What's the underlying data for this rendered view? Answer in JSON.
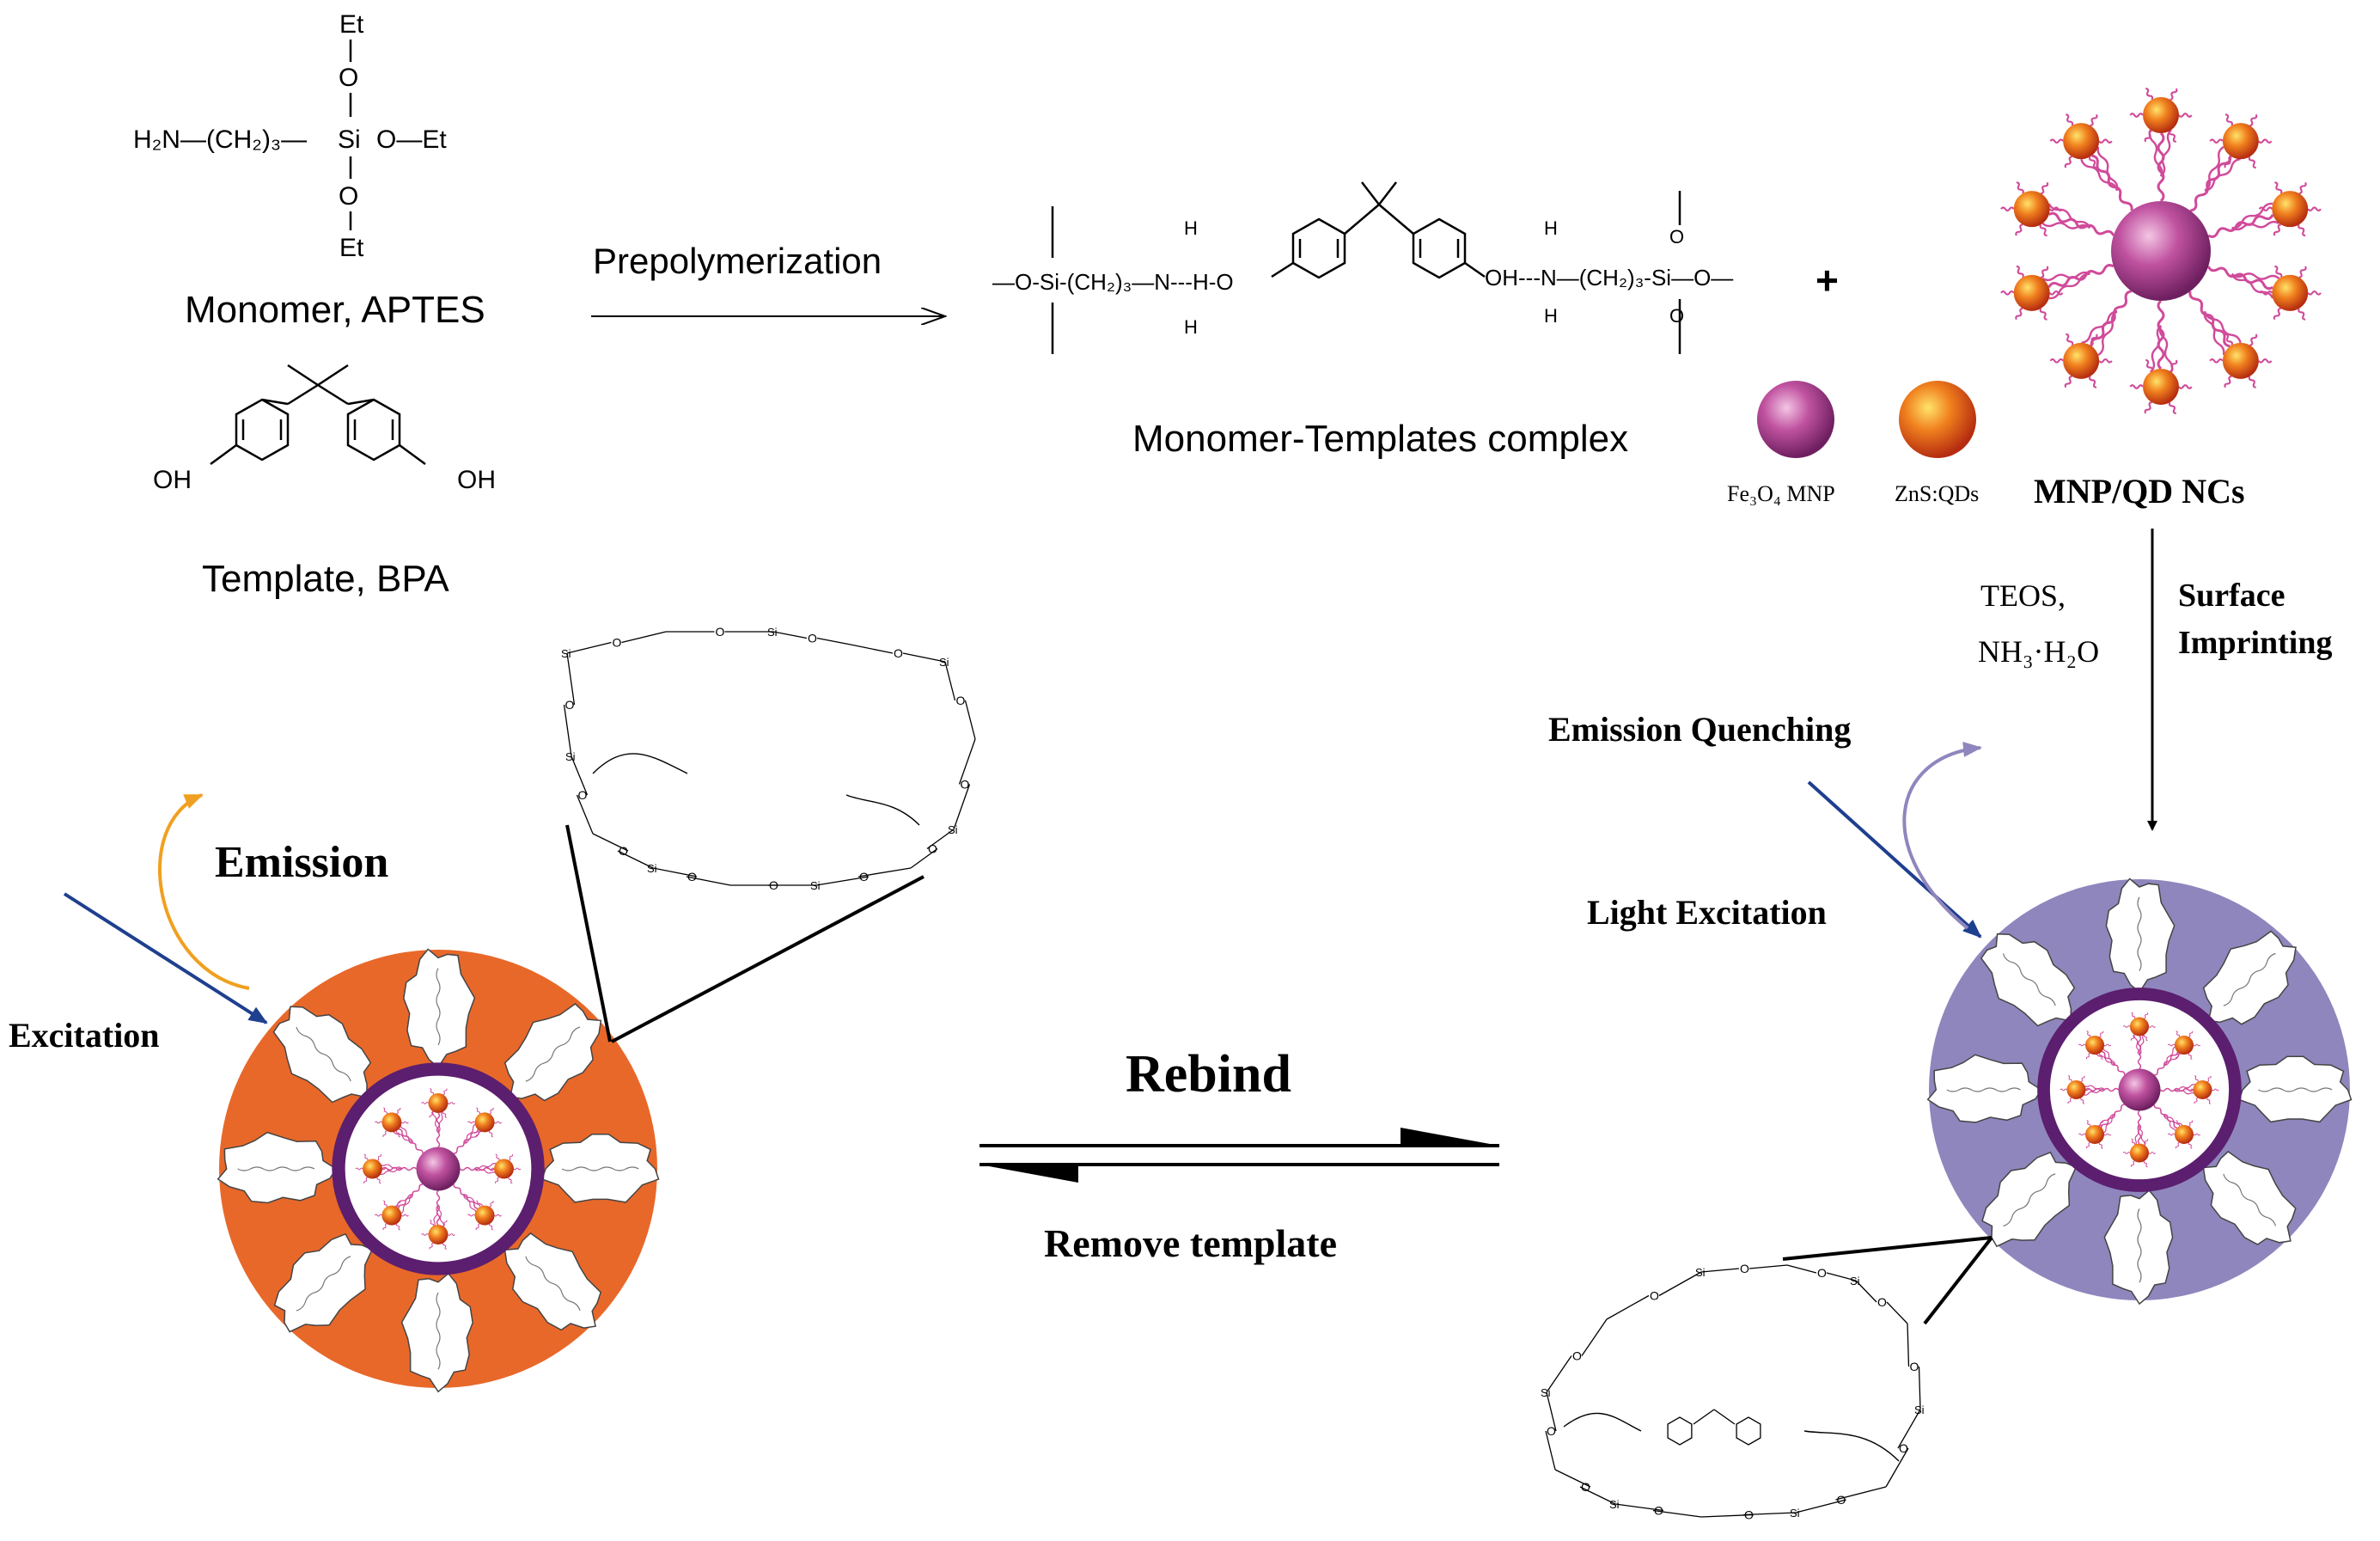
{
  "monomer": {
    "caption": "Monomer, APTES",
    "et_top": "Et",
    "et_bottom": "Et",
    "o_top": "O",
    "o_bottom": "O",
    "si": "Si",
    "o_right": "O—Et",
    "amine": "H₂N—(CH₂)₃—"
  },
  "template": {
    "caption": "Template, BPA",
    "oh_left": "OH",
    "oh_right": "OH"
  },
  "step1": {
    "label": "Prepolymerization"
  },
  "complex": {
    "caption": "Monomer-Templates  complex",
    "left_chain": "—O-Si-(CH₂)₃—N---H-O",
    "right_chain": "OH---N—(CH₂)₃-Si—O—",
    "h": "H",
    "o": "O",
    "plus": "+"
  },
  "legend": {
    "mnp_label": "Fe₃O₄ MNP",
    "qd_label": "ZnS:QDs",
    "nc_label": "MNP/QD NCs",
    "mnp_color": "#b0408c",
    "qd_color": "#e8561c"
  },
  "step2": {
    "reagent_line1": "TEOS,",
    "reagent_line2": "NH₃·H₂O",
    "process_line1": "Surface",
    "process_line2": "Imprinting"
  },
  "right_particle": {
    "quench_label": "Emission Quenching",
    "excitation_label": "Light Excitation",
    "shell_color": "#8f86bd"
  },
  "left_particle": {
    "emission_label": "Emission",
    "excitation_label": "Excitation",
    "shell_color": "#e8682a"
  },
  "equilibrium": {
    "forward_label": "Rebind",
    "reverse_label": "Remove template"
  },
  "cavity": {
    "si": "Si",
    "o": "O"
  },
  "colors": {
    "ring": "#5c1e6e",
    "arrow_blue": "#1f3f8f",
    "arrow_orange": "#f0a020",
    "arrow_lavender": "#8f86bd",
    "ligand": "#d04a9a"
  }
}
